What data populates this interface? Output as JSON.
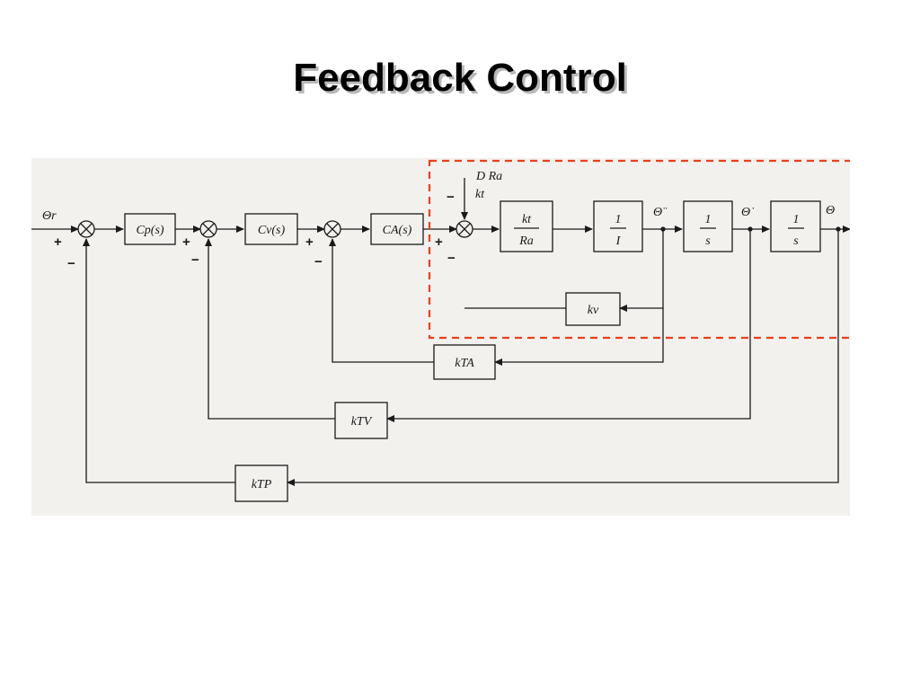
{
  "title": "Feedback Control",
  "diagram": {
    "input_label": "Θr",
    "output_label": "Θ",
    "disturbance_label": "D Ra",
    "disturbance_gain": "kt",
    "signals": {
      "acceleration": "Θ̈",
      "velocity": "Θ̇",
      "position": "Θ"
    },
    "blocks": {
      "cp": "Cp(s)",
      "cv": "Cv(s)",
      "ca": "CA(s)",
      "motor": {
        "num": "kt",
        "den": "Ra"
      },
      "inertia": {
        "num": "1",
        "den": "I"
      },
      "integrator1": {
        "num": "1",
        "den": "s"
      },
      "integrator2": {
        "num": "1",
        "den": "s"
      },
      "kv": "kv",
      "kta": "kTA",
      "ktv": "kTV",
      "ktp": "kTP"
    },
    "signs": {
      "plus": "+",
      "minus": "−"
    },
    "highlight_color": "#e8401c"
  }
}
